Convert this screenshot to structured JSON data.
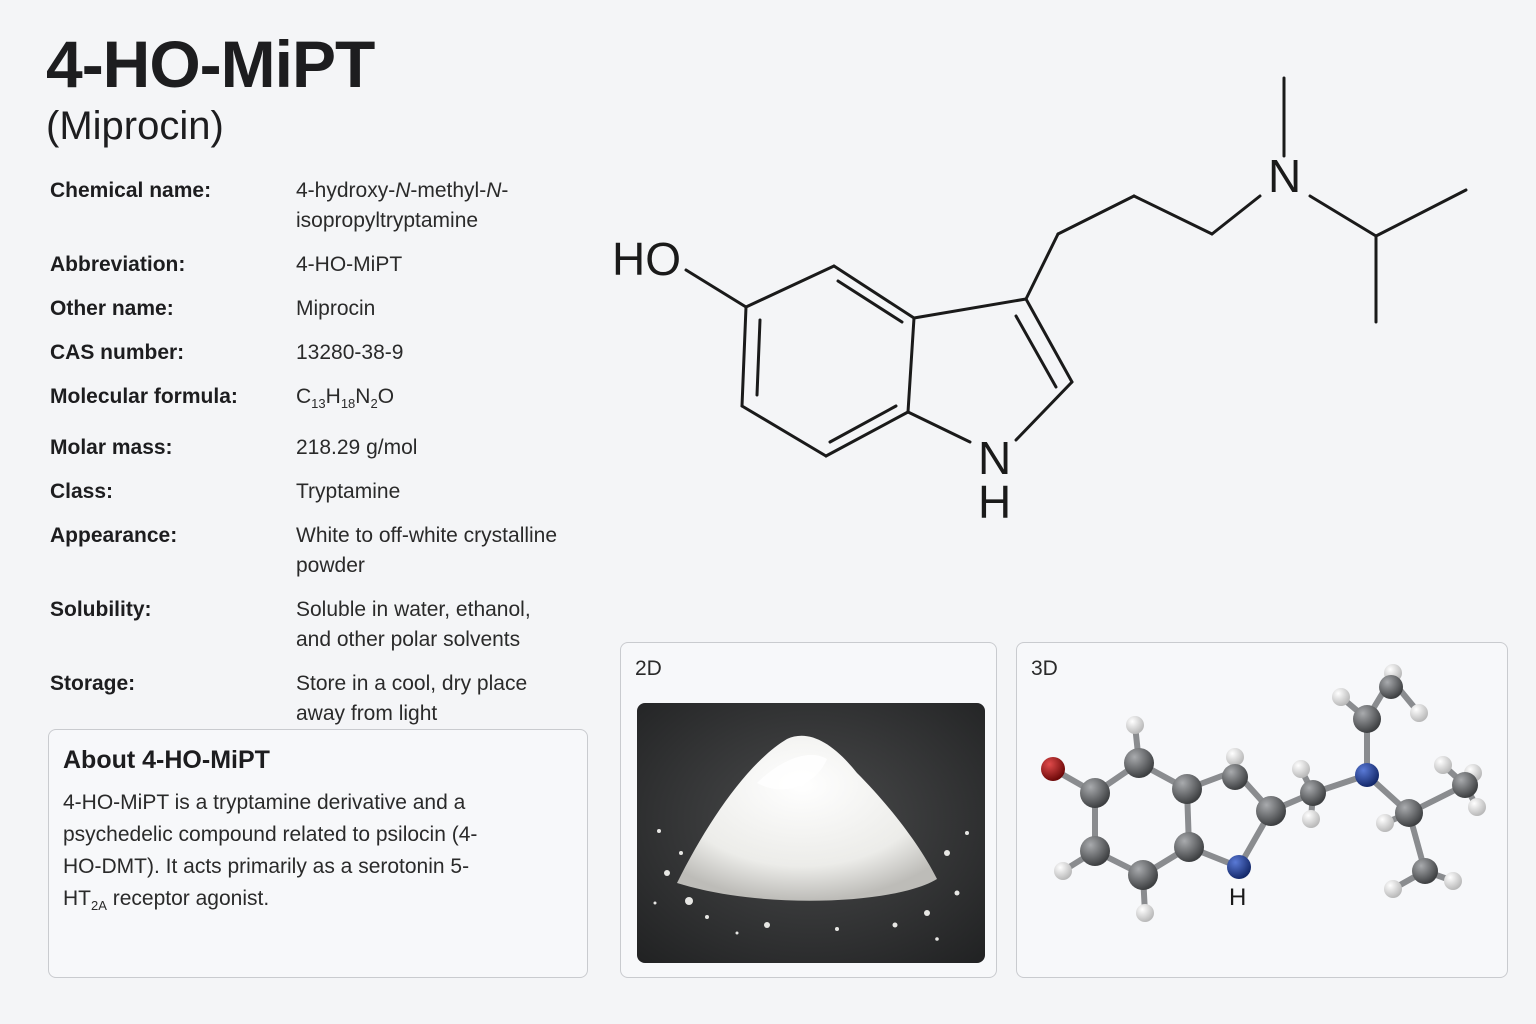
{
  "title": "4-HO-MiPT",
  "subtitle": "(Miprocin)",
  "properties": [
    {
      "key": "Chemical name:",
      "value_parts": [
        "4-hydroxy-",
        "N",
        "-methyl-",
        "N",
        "-isopropyltryptamine"
      ]
    },
    {
      "key": "Abbreviation:",
      "value": "4-HO-MiPT"
    },
    {
      "key": "Other name:",
      "value": "Miprocin"
    },
    {
      "key": "CAS number:",
      "value": "13280-38-9"
    },
    {
      "key": "Molecular formula:",
      "formula": [
        "C",
        "13",
        "H",
        "18",
        "N",
        "2",
        "O"
      ]
    },
    {
      "key": "Molar mass:",
      "value": "218.29 g/mol"
    },
    {
      "key": "Class:",
      "value": "Tryptamine"
    },
    {
      "key": "Appearance:",
      "value": "White to off-white crystalline powder"
    },
    {
      "key": "Solubility:",
      "value": "Soluble in water, ethanol, and other polar solvents"
    },
    {
      "key": "Storage:",
      "value": "Store in a cool, dry place away from light"
    }
  ],
  "about": {
    "heading": "About 4-HO-MiPT",
    "text_main": "4-HO-MiPT is a tryptamine derivative and a psychedelic compound related to psilocin (4-HO-DMT). It acts primarily as a serotonin 5-HT",
    "text_sub": "2A",
    "text_end": " receptor agonist."
  },
  "structure": {
    "atom_ho": "HO",
    "atom_n_amine": "N",
    "atom_n_ring": "N",
    "atom_h_ring": "H"
  },
  "cards": {
    "label_2d": "2D",
    "label_3d": "3D",
    "model_h_label": "H"
  },
  "colors": {
    "background": "#f4f5f7",
    "oxygen": "#b01515",
    "nitrogen": "#1f3f93",
    "carbon": "#5b5d60",
    "hydrogen": "#f2f2f2"
  }
}
